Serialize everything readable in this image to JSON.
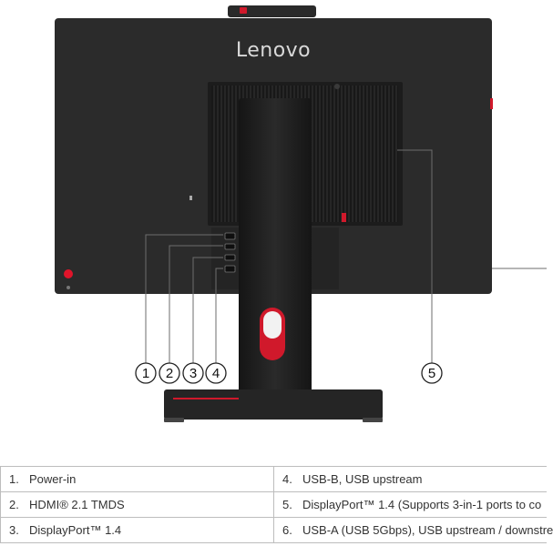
{
  "figure": {
    "brand": "Lenovo",
    "callouts": [
      "1",
      "2",
      "3",
      "4",
      "5"
    ]
  },
  "ports": [
    {
      "number": "1.",
      "label": "Power-in"
    },
    {
      "number": "2.",
      "label": "HDMI® 2.1 TMDS"
    },
    {
      "number": "3.",
      "label": "DisplayPort™ 1.4"
    },
    {
      "number": "4.",
      "label": "USB-B, USB upstream"
    },
    {
      "number": "5.",
      "label": "DisplayPort™ 1.4 (Supports 3-in-1 ports to co"
    },
    {
      "number": "6.",
      "label": "USB-A (USB 5Gbps), USB upstream / downstre"
    }
  ],
  "colors": {
    "monitor": "#2b2b2b",
    "stand": "#1e1e1e",
    "accent": "#d0192b"
  }
}
